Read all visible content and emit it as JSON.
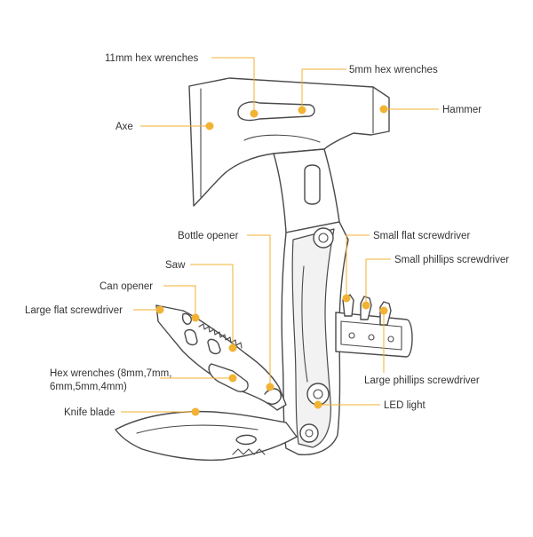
{
  "diagram": {
    "accent_color": "#f2b233",
    "labels": {
      "hex_11mm": "11mm hex wrenches",
      "hex_5mm": "5mm hex wrenches",
      "axe": "Axe",
      "hammer": "Hammer",
      "bottle_opener": "Bottle opener",
      "small_flat": "Small flat screwdriver",
      "small_phillips": "Small phillips screwdriver",
      "saw": "Saw",
      "can_opener": "Can opener",
      "large_flat": "Large flat screwdriver",
      "hex_multi_line1": "Hex wrenches (8mm,7mm,",
      "hex_multi_line2": "6mm,5mm,4mm)",
      "large_phillips": "Large phillips screwdriver",
      "led_light": "LED light",
      "knife_blade": "Knife blade"
    }
  }
}
